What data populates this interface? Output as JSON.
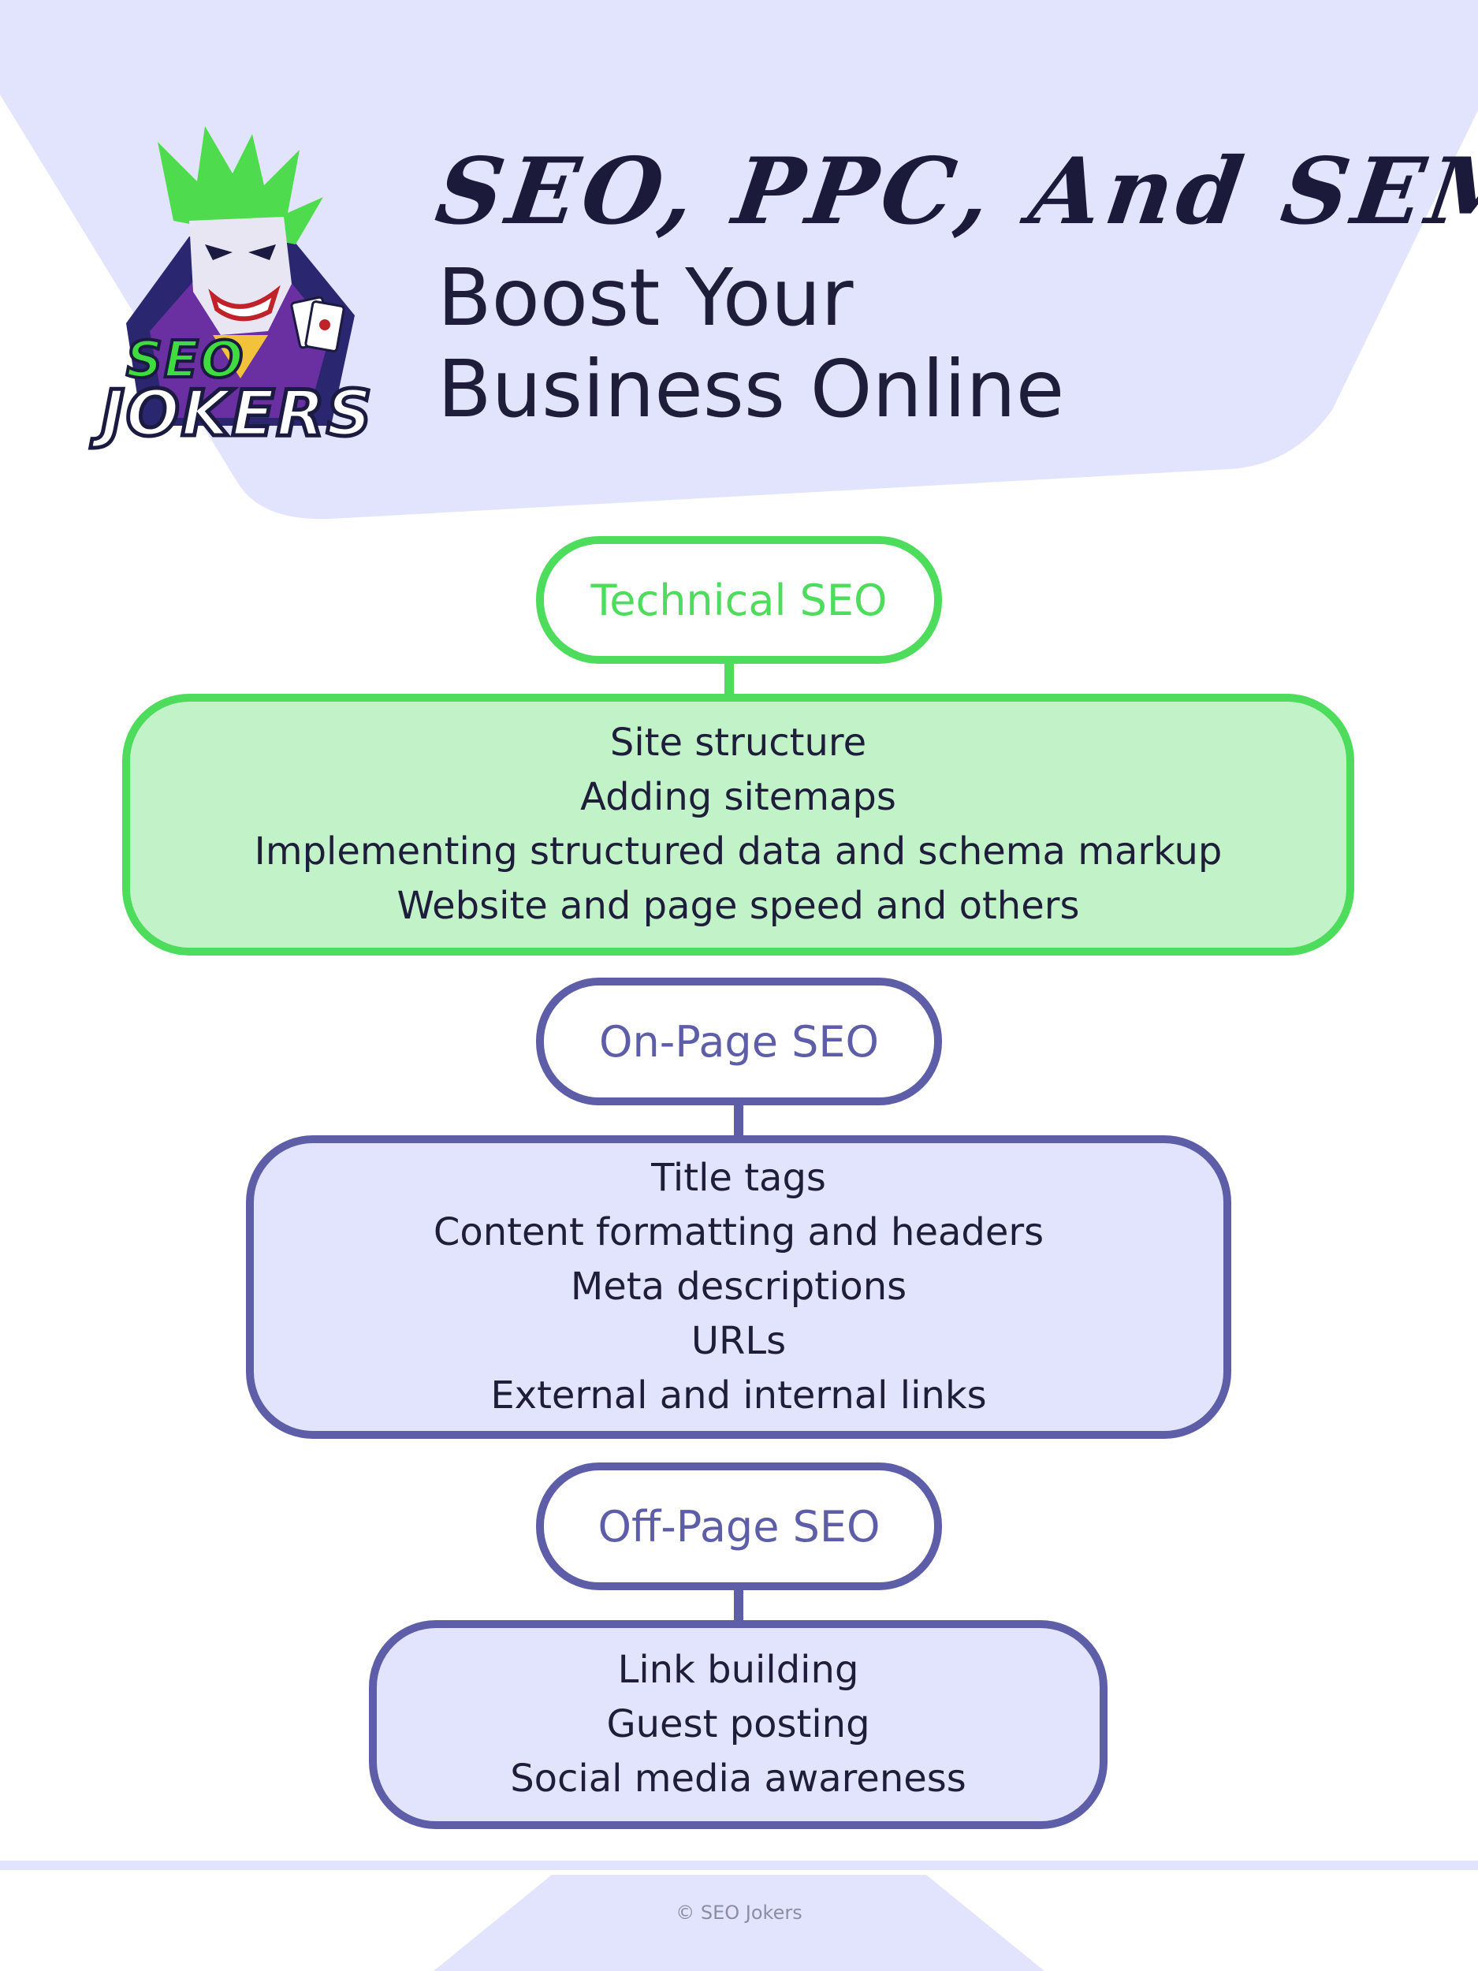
{
  "header": {
    "brand_top": "SEO",
    "brand_bottom": "JOKERS",
    "title_script": "SEO, PPC, And SEM:",
    "subtitle_line1": "Boost Your",
    "subtitle_line2": "Business Online"
  },
  "sections": [
    {
      "label": "Technical SEO",
      "items": [
        "Site structure",
        "Adding sitemaps",
        "Implementing structured data and schema markup",
        "Website and page speed and others"
      ]
    },
    {
      "label": "On-Page SEO",
      "items": [
        "Title tags",
        "Content formatting and headers",
        "Meta descriptions",
        "URLs",
        "External and internal links"
      ]
    },
    {
      "label": "Off-Page SEO",
      "items": [
        "Link building",
        "Guest posting",
        "Social media awareness"
      ]
    }
  ],
  "footer": {
    "copyright": "© SEO Jokers"
  },
  "colors": {
    "background_accent": "#e1e4fc",
    "green": "#4edc5c",
    "green_fill": "#c2f3c8",
    "purple": "#5e5ea8",
    "text_dark": "#1e1d3a"
  }
}
